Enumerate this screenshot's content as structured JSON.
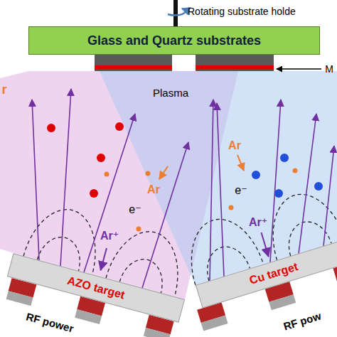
{
  "diagram": {
    "nodes": [
      {
        "text": [
          "Glass and Quartz substrates"
        ]
      },
      {
        "text": [
          "AZO target"
        ]
      },
      {
        "text": [
          "Cu target"
        ]
      }
    ],
    "labels": [
      "Rotating substrate holde",
      "M",
      "r",
      "Plasma",
      "Ar",
      "e⁻",
      "Ar⁺",
      "Ar",
      "e⁻",
      "Ar⁺",
      "RF power",
      "RF pow"
    ]
  }
}
